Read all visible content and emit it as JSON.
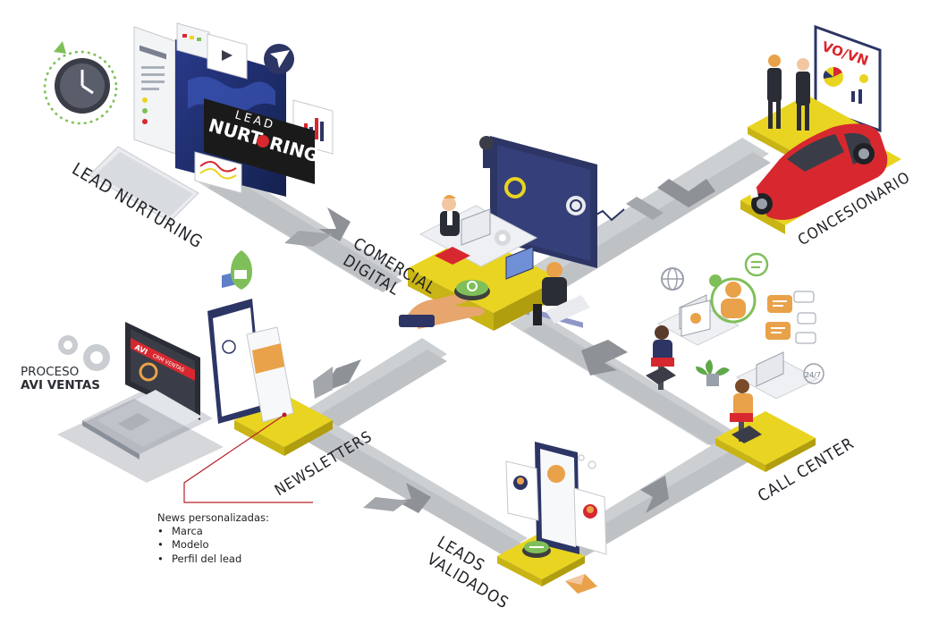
{
  "labels": {
    "lead_nurturing": "LEAD NURTURING",
    "comercial_line1": "COMERCIAL",
    "comercial_line2": "DIGITAL",
    "concesionario": "CONCESIONARIO",
    "call_center": "CALL CENTER",
    "newsletters": "NEWSLETTERS",
    "leads_line1": "LEADS",
    "leads_line2": "VALIDADOS"
  },
  "proceso": {
    "line1": "PROCESO",
    "line2": "AVI VENTAS"
  },
  "note": {
    "title": "News personalizadas:",
    "items": [
      "Marca",
      "Modelo",
      "Perfil del lead"
    ]
  },
  "screens": {
    "lead_small": "LEAD",
    "lead_big_a": "NURT",
    "lead_big_b": "RING",
    "vo_vn": "VO/VN",
    "crm": "CRM VENTAS",
    "avi": "AVI",
    "h247": "24/7"
  },
  "colors": {
    "platform": "#e9d421",
    "road": "#c4c6c9",
    "arrow": "#8e9196",
    "car": "#d7282f",
    "navy": "#2c3564",
    "dark": "#1f2126"
  },
  "icons": [
    "clock-icon",
    "gear-icon",
    "mail-icon",
    "chat-icon",
    "globe-icon",
    "hand-pointer-icon",
    "envelope-icon"
  ]
}
